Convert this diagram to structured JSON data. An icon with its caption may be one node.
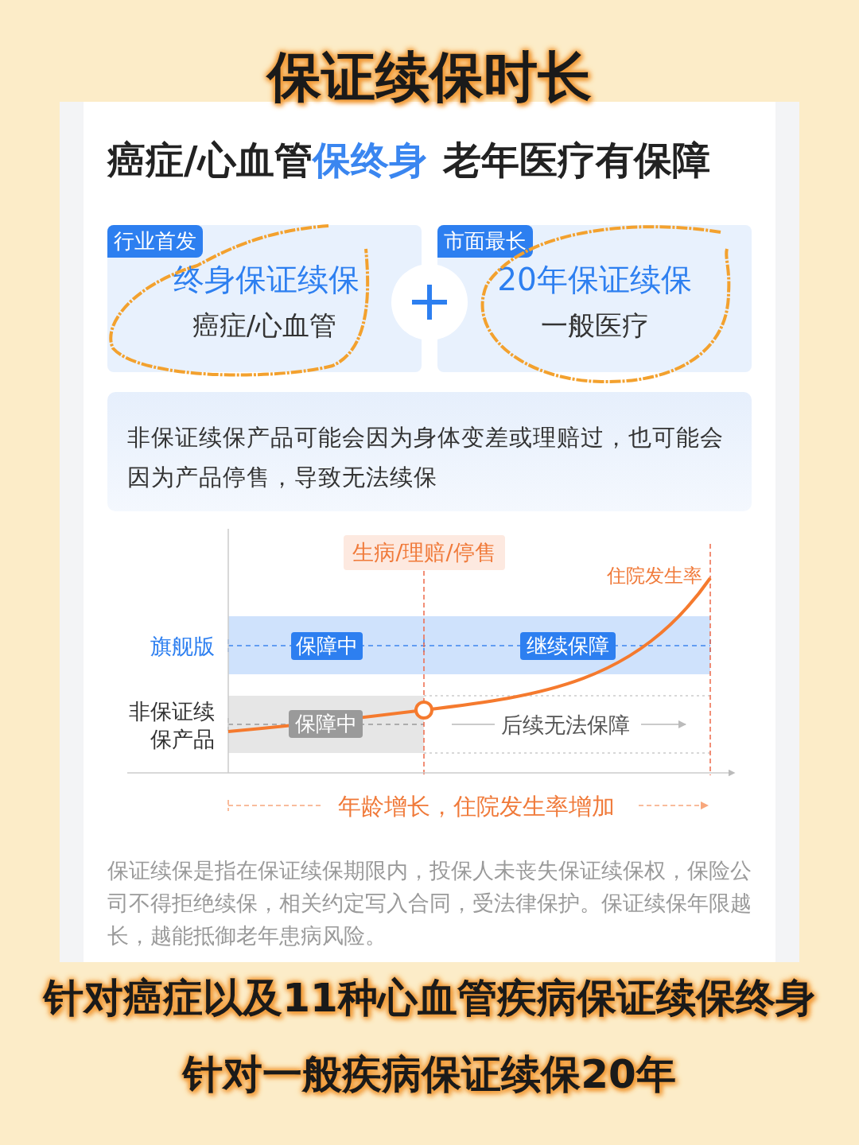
{
  "diagram": {
    "title": "保证续保时长",
    "nodes": [
      {
        "text": [
          "行业首发",
          "终身保证续保",
          "癌症/心血管"
        ]
      },
      {
        "text": [
          "市面最长",
          "20年保证续保",
          "一般医疗"
        ]
      },
      {
        "text": [
          "非保证续保产品可能会因为身体变差或理赔过，也可能会因为产品停售，导致无法续保"
        ]
      },
      {
        "text": [
          "生病/理赔/停售"
        ]
      },
      {
        "text": [
          "保障中"
        ]
      },
      {
        "text": [
          "继续保障"
        ]
      },
      {
        "text": [
          "保障中"
        ]
      }
    ],
    "labels": [
      "癌症/心血管",
      "保终身",
      "老年医疗有保障",
      "旗舰版",
      "非保证续保产品",
      "住院发生率",
      "后续无法保障",
      "年龄增长，住院发生率增加",
      "保证续保是指在保证续保期限内，投保人未丧失保证续保权，保险公司不得拒绝续保，相关约定写入合同，受法律保护。保证续保年限越长，越能抵御老年患病风险。",
      "针对癌症以及11种心血管疾病保证续保终身",
      "针对一般疾病保证续保20年"
    ]
  }
}
